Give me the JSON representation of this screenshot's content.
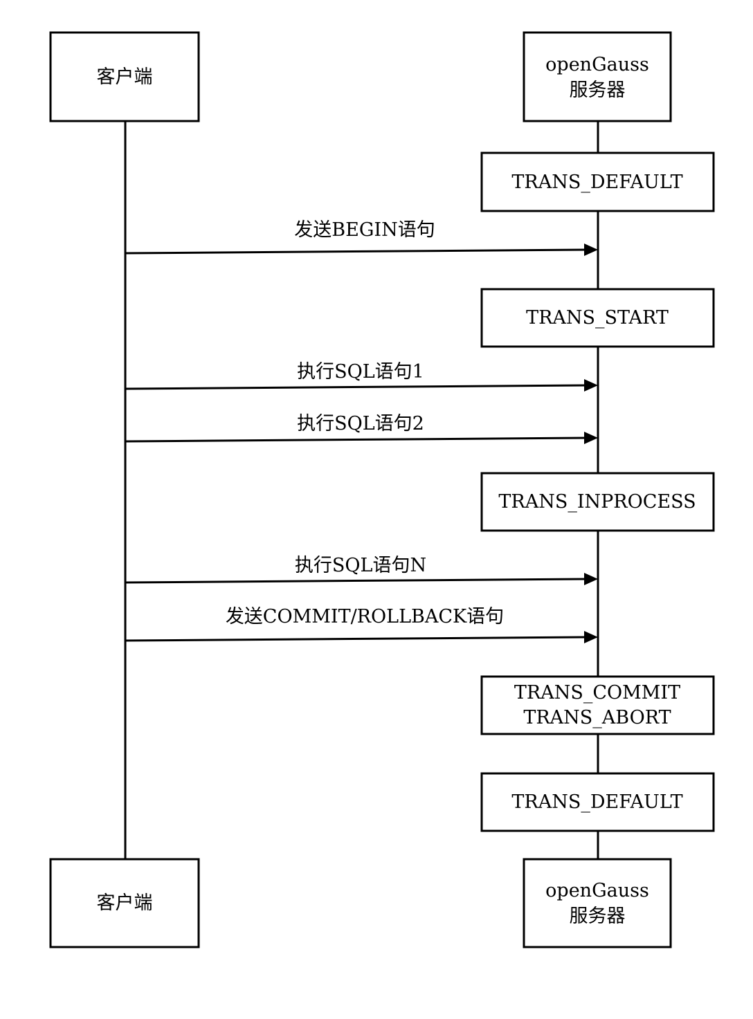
{
  "participants": {
    "client": {
      "label": "客户端"
    },
    "server": {
      "line1": "openGauss",
      "line2": "服务器"
    }
  },
  "states": [
    {
      "id": "trans-default-1",
      "lines": [
        "TRANS_DEFAULT"
      ]
    },
    {
      "id": "trans-start",
      "lines": [
        "TRANS_START"
      ]
    },
    {
      "id": "trans-inprocess",
      "lines": [
        "TRANS_INPROCESS"
      ]
    },
    {
      "id": "trans-commit-abort",
      "lines": [
        "TRANS_COMMIT",
        "TRANS_ABORT"
      ]
    },
    {
      "id": "trans-default-2",
      "lines": [
        "TRANS_DEFAULT"
      ]
    }
  ],
  "messages": [
    {
      "id": "begin",
      "label": "发送BEGIN语句"
    },
    {
      "id": "sql-1",
      "label": "执行SQL语句1"
    },
    {
      "id": "sql-2",
      "label": "执行SQL语句2"
    },
    {
      "id": "sql-n",
      "label": "执行SQL语句N"
    },
    {
      "id": "commit-rollback",
      "label": "发送COMMIT/ROLLBACK语句"
    }
  ]
}
